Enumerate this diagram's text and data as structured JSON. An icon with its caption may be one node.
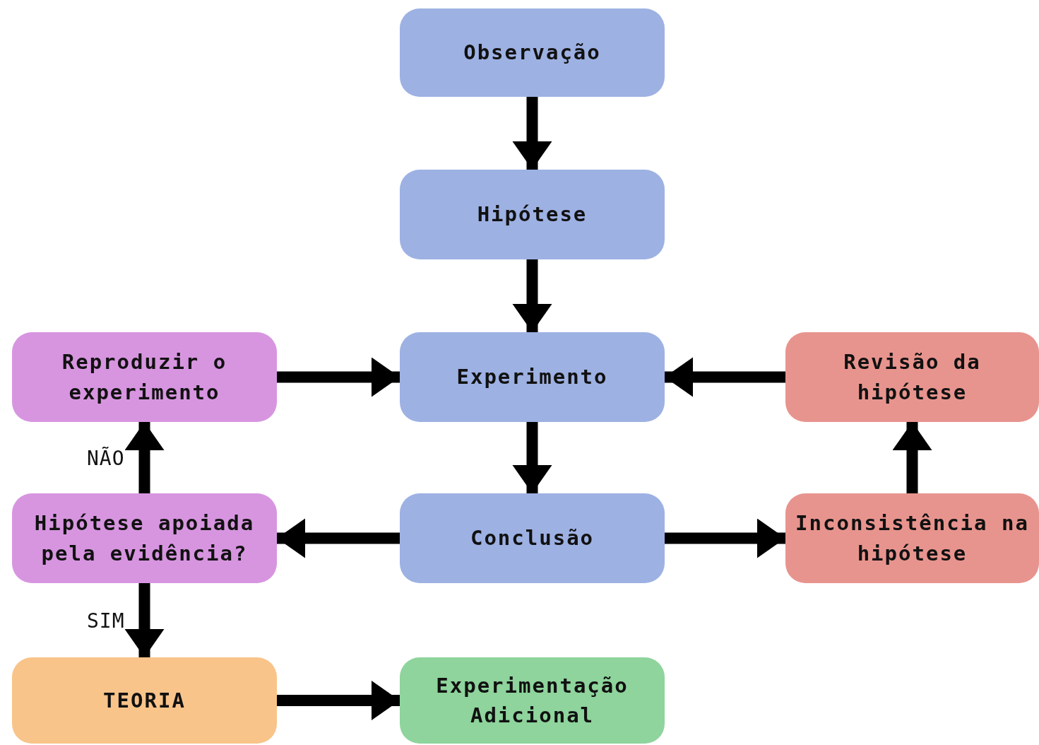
{
  "diagram": {
    "nodes": [
      {
        "text": [
          "Observação"
        ]
      },
      {
        "text": [
          "Hipótese"
        ]
      },
      {
        "text": [
          "Experimento"
        ]
      },
      {
        "text": [
          "Reproduzir o experimento"
        ]
      },
      {
        "text": [
          "Revisão da hipótese"
        ]
      },
      {
        "text": [
          "Hipótese apoiada pela evidência?"
        ]
      },
      {
        "text": [
          "Conclusão"
        ]
      },
      {
        "text": [
          "Inconsistência na hipótese"
        ]
      },
      {
        "text": [
          "TEORIA"
        ]
      },
      {
        "text": [
          "Experimentação Adicional"
        ]
      }
    ],
    "edges": [
      {
        "from": 0,
        "to": 1,
        "arrow": "to"
      },
      {
        "from": 1,
        "to": 2,
        "arrow": "to"
      },
      {
        "from": 3,
        "to": 2,
        "arrow": "to"
      },
      {
        "from": 4,
        "to": 2,
        "arrow": "to"
      },
      {
        "from": 2,
        "to": 6,
        "arrow": "to"
      },
      {
        "from": 6,
        "to": 5,
        "arrow": "to"
      },
      {
        "from": 6,
        "to": 7,
        "arrow": "to"
      },
      {
        "from": 7,
        "to": 4,
        "arrow": "to"
      },
      {
        "from": 5,
        "to": 3,
        "arrow": "to",
        "label": "NÃO"
      },
      {
        "from": 5,
        "to": 8,
        "arrow": "to",
        "label": "SIM"
      },
      {
        "from": 8,
        "to": 9,
        "arrow": "to"
      }
    ]
  }
}
